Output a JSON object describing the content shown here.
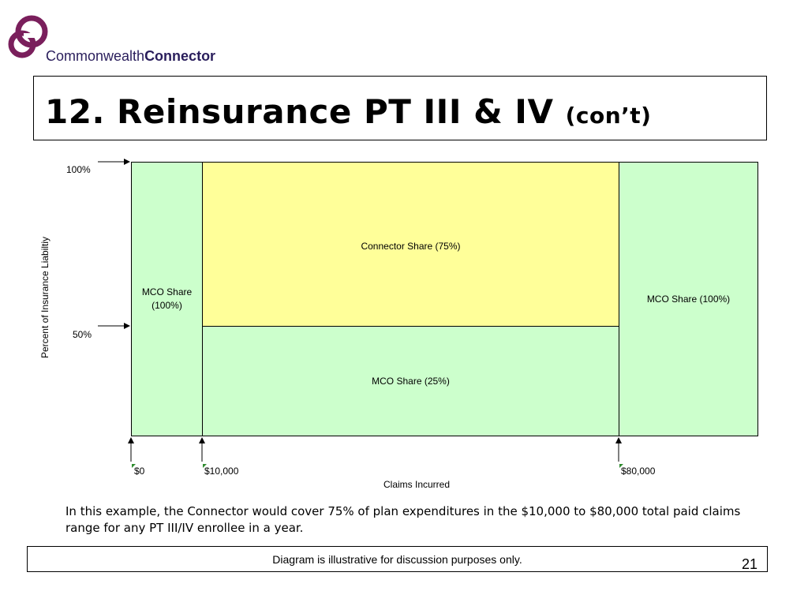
{
  "logo": {
    "word1": "Commonwealth",
    "word2": "Connector"
  },
  "title": {
    "main": "12.  Reinsurance PT III & IV",
    "sub": "(con’t)"
  },
  "diagram": {
    "y_axis_title": "Percent of Insurance Liabiltiy",
    "y_labels": [
      "100%",
      "50%"
    ],
    "x_axis_title": "Claims Incurred",
    "x_labels": [
      "$0",
      "$10,000",
      "$80,000"
    ],
    "regions": {
      "left": {
        "line1": "MCO Share",
        "line2": "(100%)"
      },
      "connector": "Connector Share (75%)",
      "mco_lower": "MCO Share (25%)",
      "right": "MCO Share (100%)"
    },
    "colors": {
      "green": "#ccffcc",
      "yellow": "#ffff99",
      "accent": "#7a1f5c"
    }
  },
  "body_text": "In this example, the Connector would cover 75% of plan expenditures in the $10,000 to $80,000 total paid claims range for any PT III/IV enrollee in a year.",
  "footer": {
    "note": "Diagram is illustrative for discussion purposes only.",
    "page": "21"
  }
}
